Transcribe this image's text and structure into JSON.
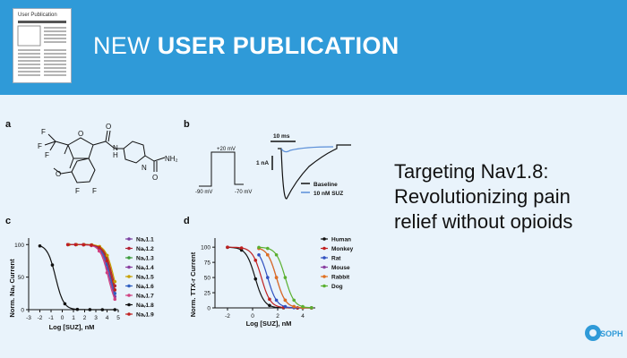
{
  "header": {
    "icon_label": "User Publication",
    "banner_prefix": "NEW ",
    "banner_bold": "USER PUBLICATION",
    "background": "#2f9ad8"
  },
  "article": {
    "title": "Targeting Nav1.8: Revolutionizing pain relief without opioids"
  },
  "logo": {
    "text": "SOPH"
  },
  "figure": {
    "panel_a": {
      "letter": "a",
      "atoms": [
        "F",
        "F",
        "F",
        "O",
        "N",
        "H",
        "O",
        "O",
        "F",
        "F",
        "NH₂",
        "O",
        "N"
      ]
    },
    "panel_b": {
      "letter": "b",
      "v1": "+20 mV",
      "v2": "-90 mV",
      "v3": "-70 mV",
      "time_scale": "10 ms",
      "current_scale": "1 nA",
      "legend": [
        "Baseline",
        "10 nM SUZ"
      ]
    },
    "panel_c": {
      "letter": "c",
      "ylabel": "Norm. Naᵥ Current",
      "xlabel": "Log [SUZ], nM",
      "legend": [
        "Naᵥ1.1",
        "Naᵥ1.2",
        "Naᵥ1.3",
        "Naᵥ1.4",
        "Naᵥ1.5",
        "Naᵥ1.6",
        "Naᵥ1.7",
        "Naᵥ1.8",
        "Naᵥ1.9"
      ]
    },
    "panel_d": {
      "letter": "d",
      "ylabel": "Norm. TTX-r Current",
      "xlabel": "Log [SUZ], nM",
      "legend": [
        "Human",
        "Monkey",
        "Rat",
        "Mouse",
        "Rabbit",
        "Dog"
      ]
    }
  },
  "chart_data": [
    {
      "type": "line",
      "panel": "c",
      "xlabel": "Log [SUZ], nM",
      "ylabel": "Norm. Nav Current",
      "xlim": [
        -3,
        5
      ],
      "ylim": [
        0,
        110
      ],
      "xticks": [
        "-3",
        "-2",
        "-1",
        "0",
        "1",
        "2",
        "3",
        "4",
        "5"
      ],
      "yticks": [
        "0",
        "50",
        "100"
      ],
      "series": [
        {
          "name": "Nav1.1",
          "color": "#7b3fa0",
          "ic50": 4.3
        },
        {
          "name": "Nav1.2",
          "color": "#b22234",
          "ic50": 4.5
        },
        {
          "name": "Nav1.3",
          "color": "#3a9a3a",
          "ic50": 4.4
        },
        {
          "name": "Nav1.4",
          "color": "#8a3fa0",
          "ic50": 4.2
        },
        {
          "name": "Nav1.5",
          "color": "#c8a000",
          "ic50": 4.6
        },
        {
          "name": "Nav1.6",
          "color": "#3060c0",
          "ic50": 4.3
        },
        {
          "name": "Nav1.7",
          "color": "#d04080",
          "ic50": 4.1
        },
        {
          "name": "Nav1.8",
          "color": "#111111",
          "ic50": -0.6
        },
        {
          "name": "Nav1.9",
          "color": "#c02020",
          "ic50": 4.4
        }
      ]
    },
    {
      "type": "line",
      "panel": "d",
      "xlabel": "Log [SUZ], nM",
      "ylabel": "Norm. TTX-r Current",
      "xlim": [
        -3,
        5
      ],
      "ylim": [
        0,
        115
      ],
      "xticks": [
        "-2",
        "0",
        "2",
        "4"
      ],
      "yticks": [
        "0",
        "25",
        "50",
        "75",
        "100"
      ],
      "series": [
        {
          "name": "Human",
          "color": "#111111",
          "ic50": 0.2
        },
        {
          "name": "Monkey",
          "color": "#c02020",
          "ic50": 0.7
        },
        {
          "name": "Rat",
          "color": "#3050c0",
          "ic50": 1.2
        },
        {
          "name": "Mouse",
          "color": "#8a3fa0",
          "ic50": 1.9
        },
        {
          "name": "Rabbit",
          "color": "#e07020",
          "ic50": 1.9
        },
        {
          "name": "Dog",
          "color": "#5ab030",
          "ic50": 2.6
        }
      ]
    }
  ]
}
